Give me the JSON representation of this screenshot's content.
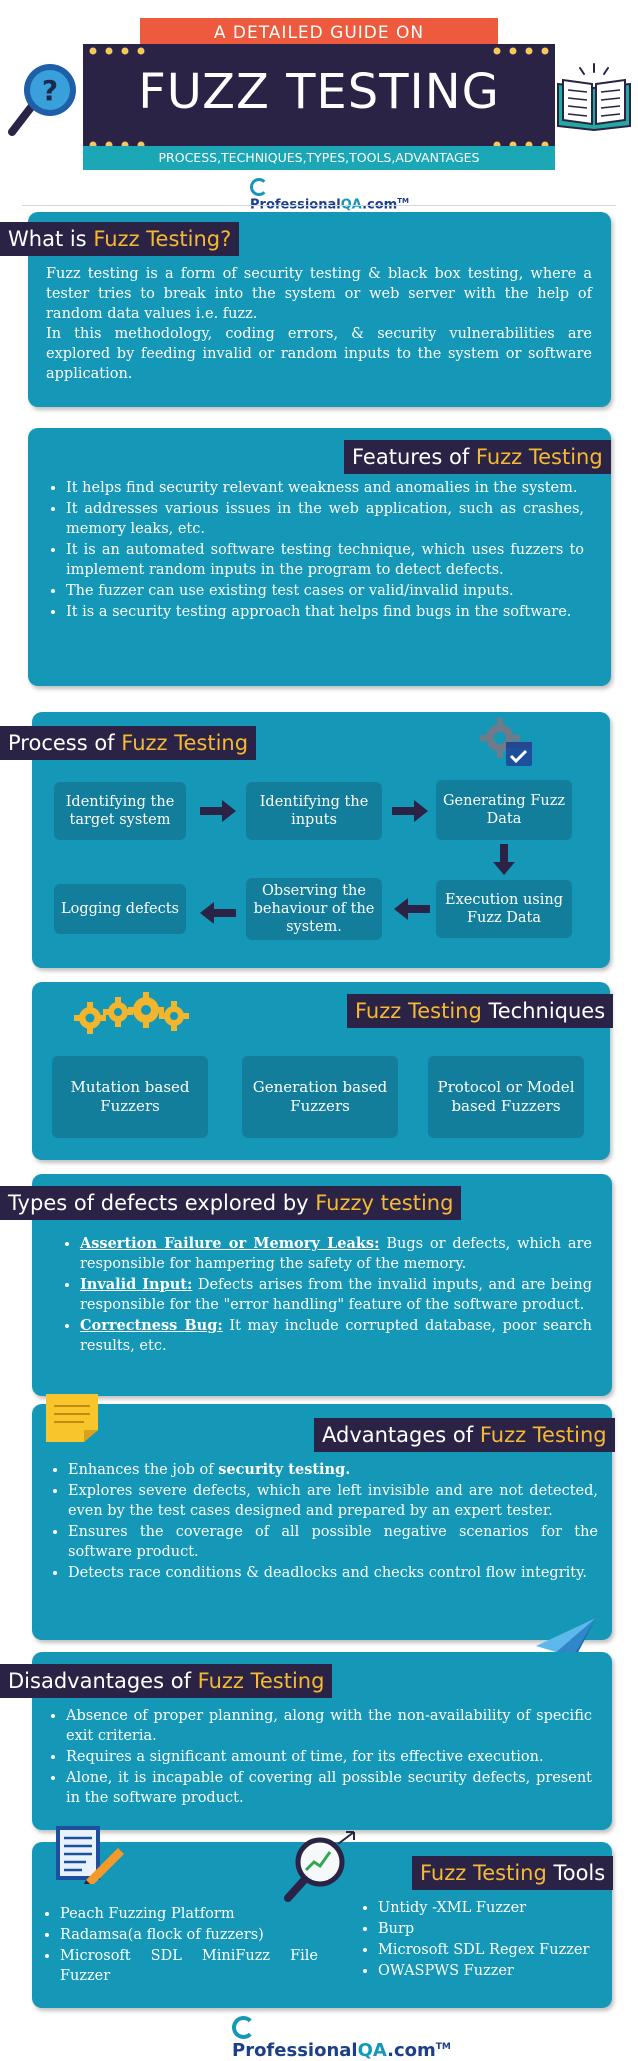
{
  "banner": {
    "top_label": "A DETAILED GUIDE ON",
    "title": "FUZZ TESTING",
    "subtitle": "PROCESS,TECHNIQUES,TYPES,TOOLS,ADVANTAGES"
  },
  "brand": {
    "name_a": "Professional",
    "name_b": "QA",
    "name_c": ".com",
    "tm": "TM"
  },
  "what": {
    "title_a": "What is ",
    "title_b": "Fuzz Testing?",
    "p1": "Fuzz testing is a form of security testing & black box testing, where a tester tries to break into the system or web server with the help of random data values i.e. fuzz.",
    "p2": "In this methodology, coding errors, & security vulnerabilities are explored by feeding invalid or random inputs to the system or software application."
  },
  "features": {
    "title_a": "Features of ",
    "title_b": "Fuzz Testing",
    "items": [
      "It helps find security relevant weakness and anomalies in the system.",
      "It addresses various issues in the web application, such as crashes, memory leaks, etc.",
      "It is an automated software testing technique, which uses fuzzers to implement random inputs in the program to detect defects.",
      "The fuzzer can use existing test cases or valid/invalid inputs.",
      "It is a security testing approach that helps find bugs in the software."
    ]
  },
  "process": {
    "title_a": "Process of ",
    "title_b": "Fuzz Testing",
    "steps": [
      "Identifying the target system",
      "Identifying the inputs",
      "Generating Fuzz Data",
      "Execution using Fuzz Data",
      "Observing the behaviour of the system.",
      "Logging defects"
    ]
  },
  "techniques": {
    "title_a": "Fuzz Testing",
    "title_b": " Techniques",
    "items": [
      "Mutation based Fuzzers",
      "Generation based Fuzzers",
      "Protocol or Model based Fuzzers"
    ]
  },
  "defects": {
    "title_a": "Types of defects explored by ",
    "title_b": "Fuzzy testing",
    "items": [
      {
        "term": "Assertion Failure or Memory Leaks:",
        "desc": " Bugs or defects, which are responsible for hampering the safety of the memory."
      },
      {
        "term": "Invalid Input:",
        "desc": " Defects arises from the invalid inputs, and are being responsible for the \"error handling\" feature of the software product."
      },
      {
        "term": "Correctness Bug:",
        "desc": " It may include corrupted database, poor search results, etc."
      }
    ]
  },
  "advantages": {
    "title_a": "Advantages of ",
    "title_b": "Fuzz Testing",
    "item1_a": "Enhances the job of ",
    "item1_b": "security testing.",
    "items": [
      "Explores severe defects, which are left invisible and are not detected, even by the test cases designed and prepared by an expert tester.",
      "Ensures the coverage of all possible negative scenarios for the software product.",
      "Detects race conditions & deadlocks and checks control flow integrity."
    ]
  },
  "disadvantages": {
    "title_a": "Disadvantages of ",
    "title_b": "Fuzz Testing",
    "items": [
      "Absence of proper planning, along with the non-availability of specific exit criteria.",
      "Requires a significant amount of time, for its effective execution.",
      "Alone, it is incapable of covering all possible security defects, present in the software product."
    ]
  },
  "tools": {
    "title_a": "Fuzz Testing",
    "title_b": " Tools",
    "left": [
      "Peach Fuzzing Platform",
      "Radamsa(a flock of fuzzers)",
      "Microsoft SDL MiniFuzz File Fuzzer"
    ],
    "right": [
      "Untidy -XML Fuzzer",
      "Burp",
      "Microsoft SDL Regex Fuzzer",
      "OWASPWS Fuzzer"
    ]
  },
  "colors": {
    "card": "#1597b8",
    "header": "#2b2345",
    "highlight": "#f6b933",
    "banner_red": "#ee5a3d"
  }
}
